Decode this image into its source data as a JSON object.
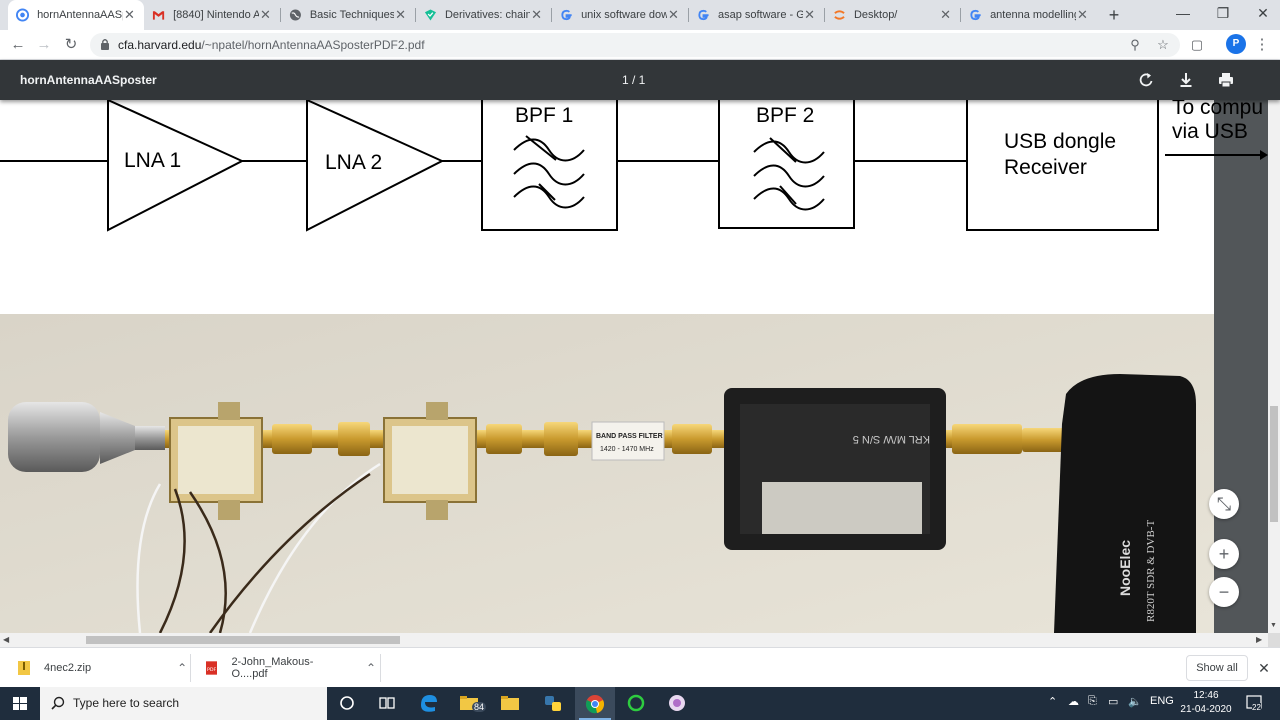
{
  "browser": {
    "tabs": [
      {
        "title": "hornAntennaAASposter",
        "icon": "chrome-pdf-icon",
        "active": true
      },
      {
        "title": "[8840] Nintendo A",
        "icon": "gmail-icon"
      },
      {
        "title": "Basic Techniques o",
        "icon": "globe-icon"
      },
      {
        "title": "Derivatives: chain r",
        "icon": "shield-check-icon"
      },
      {
        "title": "unix software dow",
        "icon": "google-icon"
      },
      {
        "title": "asap software - Go",
        "icon": "google-icon"
      },
      {
        "title": "Desktop/",
        "icon": "jupyter-icon"
      },
      {
        "title": "antenna modelling",
        "icon": "google-icon"
      }
    ],
    "url_host": "cfa.harvard.edu",
    "url_path": "/~npatel/hornAntennaAASposterPDF2.pdf",
    "profile_initial": "P"
  },
  "pdf": {
    "title": "hornAntennaAASposter",
    "page_indicator": "1 / 1"
  },
  "diagram": {
    "lna1": "LNA 1",
    "lna2": "LNA 2",
    "bpf1": "BPF 1",
    "bpf2": "BPF 2",
    "usb_line1": "USB dongle",
    "usb_line2": "Receiver",
    "out_line1": "To compu",
    "out_line2": "via USB"
  },
  "photo": {
    "filter_label_line1": "BAND PASS FILTER",
    "filter_label_line2": "1420 - 1470 MHz",
    "dongle_brand": "NooElec",
    "dongle_model": "R820T SDR & DVB-T"
  },
  "downloads": {
    "items": [
      {
        "name": "4nec2.zip",
        "icon": "zip-file-icon"
      },
      {
        "name": "2-John_Makous-O....pdf",
        "icon": "pdf-file-icon"
      }
    ],
    "show_all": "Show all"
  },
  "taskbar": {
    "search_placeholder": "Type here to search",
    "edge_badge": "84",
    "language": "ENG",
    "time": "12:46",
    "date": "21-04-2020",
    "notification_count": "22"
  },
  "colors": {
    "pdf_toolbar": "#323639",
    "taskbar": "#1f2d3d",
    "profile": "#1a73e8"
  }
}
